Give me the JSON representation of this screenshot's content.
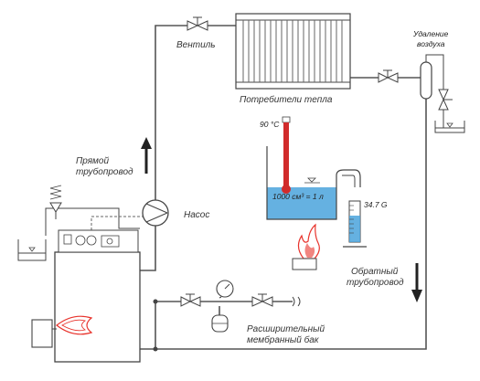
{
  "labels": {
    "valve": "Вентиль",
    "consumers": "Потребители тепла",
    "air_removal_1": "Удаление",
    "air_removal_2": "воздуха",
    "supply_1": "Прямой",
    "supply_2": "трубопровод",
    "pump": "Насос",
    "temperature": "90 °C",
    "volume": "1000 см³ = 1 л",
    "mass": "34.7 G",
    "return_1": "Обратный",
    "return_2": "трубопровод",
    "tank_1": "Расширительный",
    "tank_2": "мембранный бак"
  },
  "colors": {
    "water": "#4aa3dc",
    "thermometer": "#d12b2b",
    "flame": "#e8332c",
    "pipe": "#555555"
  }
}
